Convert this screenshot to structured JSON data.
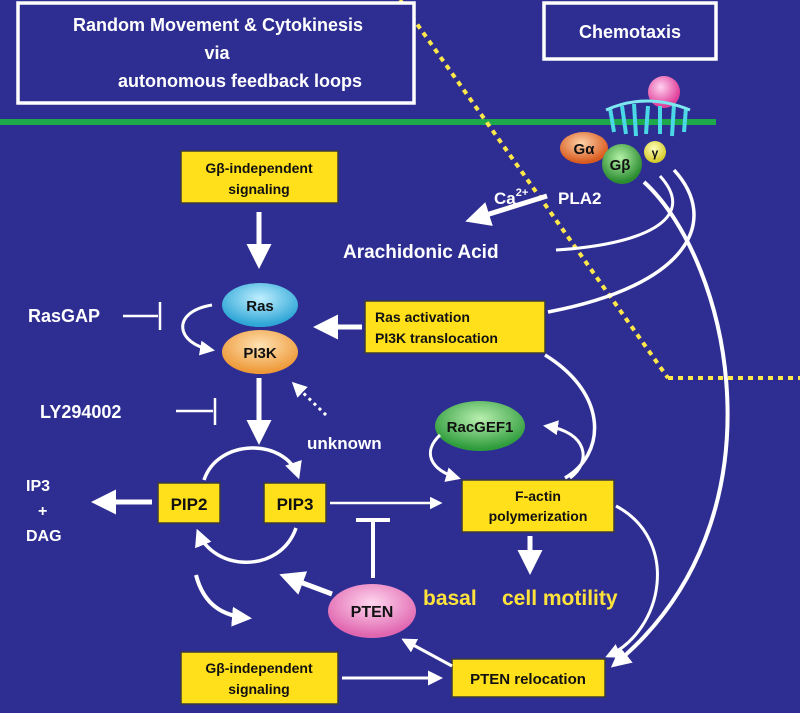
{
  "titles": {
    "random_line1": "Random Movement & Cytokinesis",
    "random_line2": "via",
    "random_line3": "autonomous feedback loops",
    "chemotaxis": "Chemotaxis"
  },
  "receptor": {
    "g_alpha": "Gα",
    "g_beta": "Gβ",
    "gamma": "γ"
  },
  "labels": {
    "ca2": "Ca",
    "ca2_sup": "2+",
    "pla2": "PLA2",
    "arachidonic": "Arachidonic Acid",
    "rasgap": "RasGAP",
    "ly294002": "LY294002",
    "unknown": "unknown",
    "ip3": "IP3",
    "plus": "+",
    "dag": "DAG",
    "basal": "basal",
    "cell_motility": "cell motility"
  },
  "boxes": {
    "gb_top_1": "Gβ-independent",
    "gb_top_2": "signaling",
    "ras_act_1": "Ras activation",
    "ras_act_2": "PI3K translocation",
    "pip2": "PIP2",
    "pip3": "PIP3",
    "factin_1": "F-actin",
    "factin_2": "polymerization",
    "gb_bottom_1": "Gβ-independent",
    "gb_bottom_2": "signaling",
    "pten_reloc": "PTEN relocation"
  },
  "ovals": {
    "ras": "Ras",
    "pi3k": "PI3K",
    "racgef1": "RacGEF1",
    "pten": "PTEN"
  },
  "colors": {
    "background": "#2e2e92",
    "membrane": "#1ea84c",
    "divider": "#ffe94a",
    "box_fill": "#ffe01a",
    "ras": "#38b6e0",
    "pi3k": "#f5a64a",
    "racgef1": "#3fae4a",
    "pten": "#f07ac0"
  }
}
